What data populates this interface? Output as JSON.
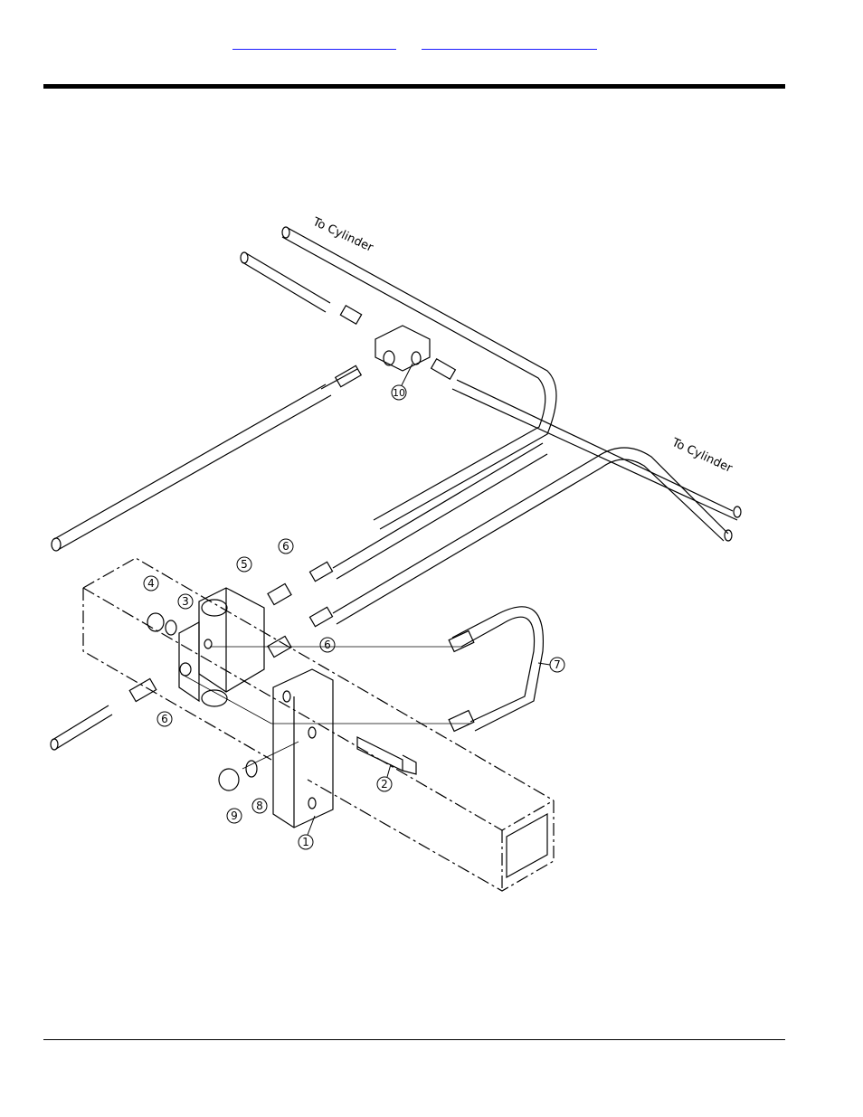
{
  "header": {
    "links": [
      {
        "label": ""
      },
      {
        "label": ""
      }
    ]
  },
  "diagram": {
    "annotations": {
      "to_cylinder_top": "To Cylinder",
      "to_cylinder_right": "To Cylinder"
    },
    "callouts": [
      "1",
      "2",
      "3",
      "4",
      "5",
      "6",
      "6",
      "6",
      "7",
      "8",
      "9",
      "10"
    ]
  }
}
